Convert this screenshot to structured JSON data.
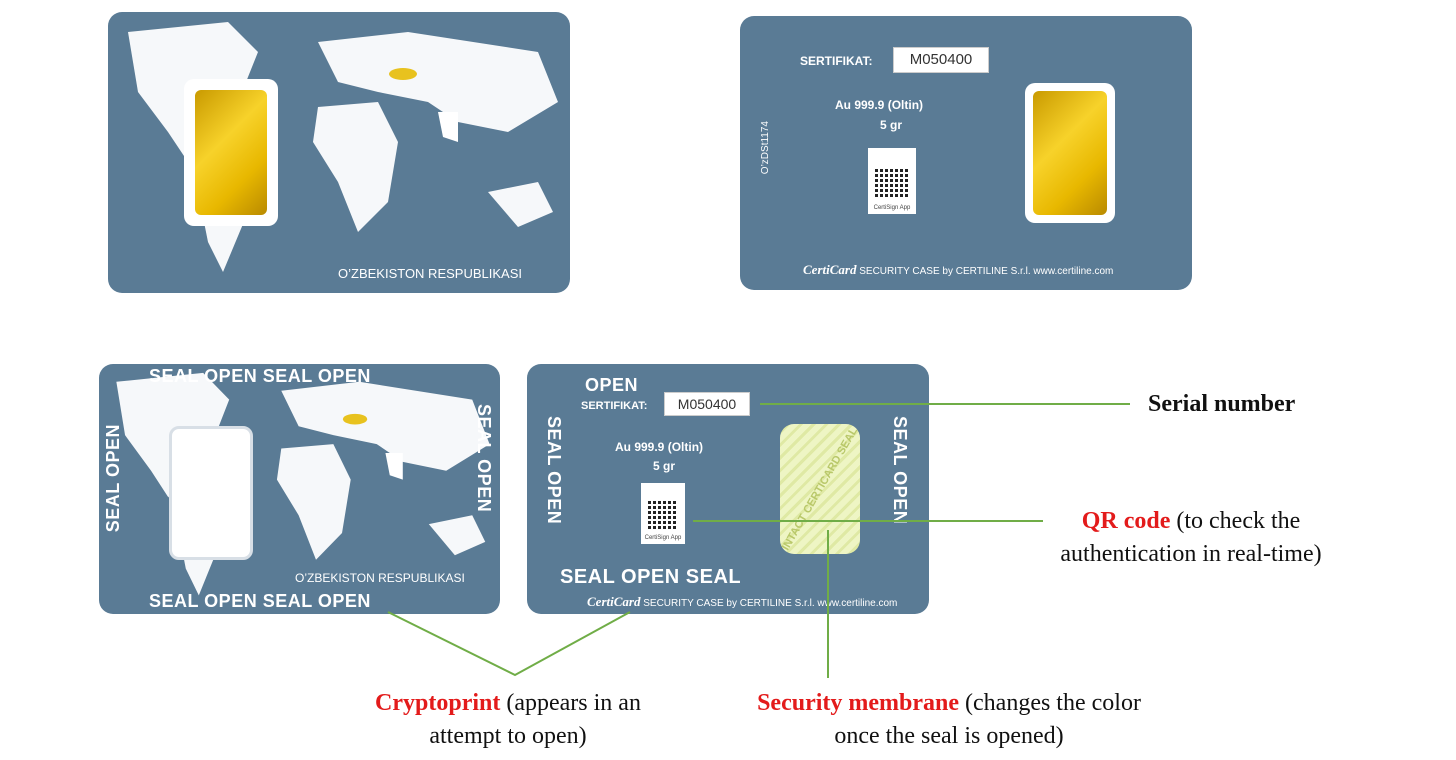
{
  "card_front_sealed": {
    "country": "O’ZBEKISTON RESPUBLIKASI"
  },
  "card_back_sealed": {
    "certificate_label": "SERTIFIKAT:",
    "serial": "M050400",
    "purity": "Au 999.9 (Oltin)",
    "weight": "5 gr",
    "side_code": "O’zDSt1174",
    "qr_app_label": "CertiSign App",
    "footer_brand": "CertiCard",
    "footer_text": "SECURITY CASE by CERTILINE S.r.l.  www.certiline.com"
  },
  "card_front_opened": {
    "country": "O’ZBEKISTON RESPUBLIKASI",
    "top_cryptoprint": "SEAL OPEN SEAL OPEN",
    "bottom_cryptoprint": "SEAL OPEN SEAL OPEN",
    "left_cryptoprint": "SEAL OPEN",
    "right_cryptoprint": "SEAL OPEN"
  },
  "card_back_opened": {
    "open_word": "OPEN",
    "certificate_label": "SERTIFIKAT:",
    "serial": "M050400",
    "purity": "Au 999.9 (Oltin)",
    "weight": "5 gr",
    "qr_app_label": "CertiSign App",
    "left_cryptoprint": "SEAL OPEN",
    "right_cryptoprint": "SEAL OPEN",
    "bottom_cryptoprint": "SEAL OPEN SEAL",
    "footer_brand": "CertiCard",
    "footer_text": "SECURITY CASE by CERTILINE S.r.l.  www.certiline.com",
    "membrane_text": "INTACT CERTICARD SEAL"
  },
  "annotations": {
    "serial_number": "Serial number",
    "qr_title": "QR code",
    "qr_desc_1": " (to check the",
    "qr_desc_2": "authentication in real-time)",
    "crypto_title": "Cryptoprint",
    "crypto_desc_1": " (appears in an",
    "crypto_desc_2": "attempt to open)",
    "membrane_title": "Security membrane",
    "membrane_desc_1": " (changes the color",
    "membrane_desc_2": "once the seal is opened)"
  },
  "colors": {
    "card": "#5a7b95",
    "leader_line": "#70ad47",
    "highlight": "#e31b1b"
  }
}
